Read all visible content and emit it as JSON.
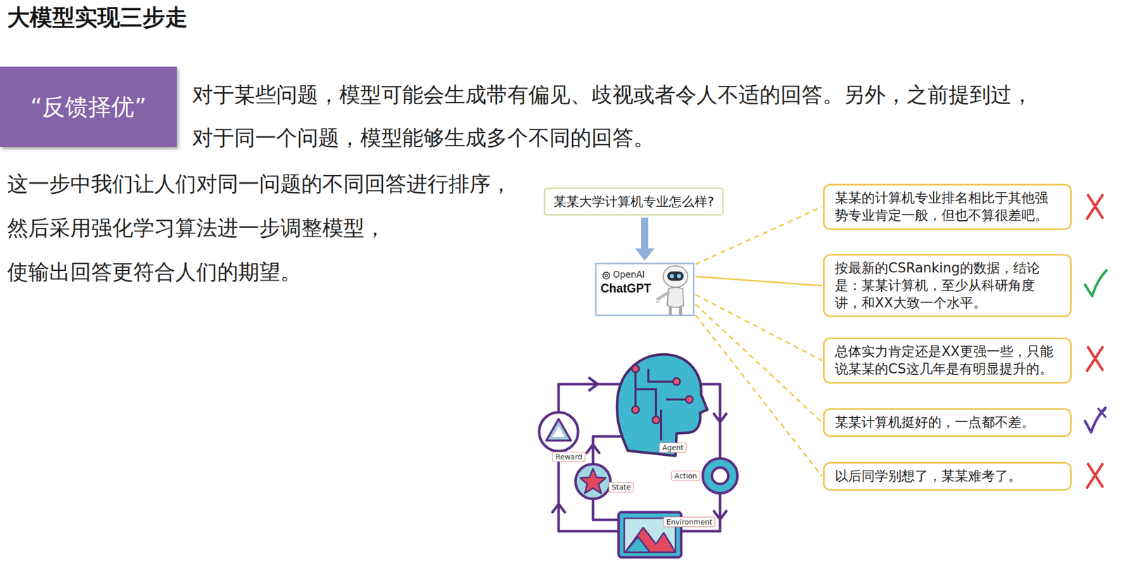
{
  "diagram": {
    "title": "大模型实现三步走",
    "nodes": [
      {
        "text": [
          "“反馈择优”"
        ]
      },
      {
        "text": [
          "某某大学计算机专业怎么样?"
        ]
      },
      {
        "text": [
          "OpenAI",
          "ChatGPT"
        ]
      },
      {
        "text": [
          "某某的计算机专业排名相比于其他强势专业肯定一般，但也不算很差吧。"
        ]
      },
      {
        "text": [
          "按最新的CSRanking的数据，结论是：某某计算机，至少从科研角度讲，和XX大致一个水平。"
        ]
      },
      {
        "text": [
          "总体实力肯定还是XX更强一些，只能说某某的CS这几年是有明显提升的。"
        ]
      },
      {
        "text": [
          "某某计算机挺好的，一点都不差。"
        ]
      },
      {
        "text": [
          "以后同学别想了，某某难考了。"
        ]
      }
    ],
    "edges": [
      {
        "from": 1,
        "to": 2,
        "arrow": "to"
      },
      {
        "from": 2,
        "to": 3,
        "arrow": "none"
      },
      {
        "from": 2,
        "to": 4,
        "arrow": "none"
      },
      {
        "from": 2,
        "to": 5,
        "arrow": "none"
      },
      {
        "from": 2,
        "to": 6,
        "arrow": "none"
      },
      {
        "from": 2,
        "to": 7,
        "arrow": "none"
      }
    ],
    "labels": [
      "对于某些问题，模型可能会生成带有偏见、歧视或者令人不适的回答。另外，之前提到过，",
      "对于同一个问题，模型能够生成多个不同的回答。",
      "这一步中我们让人们对同一问题的不同回答进行排序，",
      "然后采用强化学习算法进一步调整模型，",
      "使输出回答更符合人们的期望。",
      "Reward",
      "State",
      "Agent",
      "Action",
      "Environment"
    ]
  }
}
